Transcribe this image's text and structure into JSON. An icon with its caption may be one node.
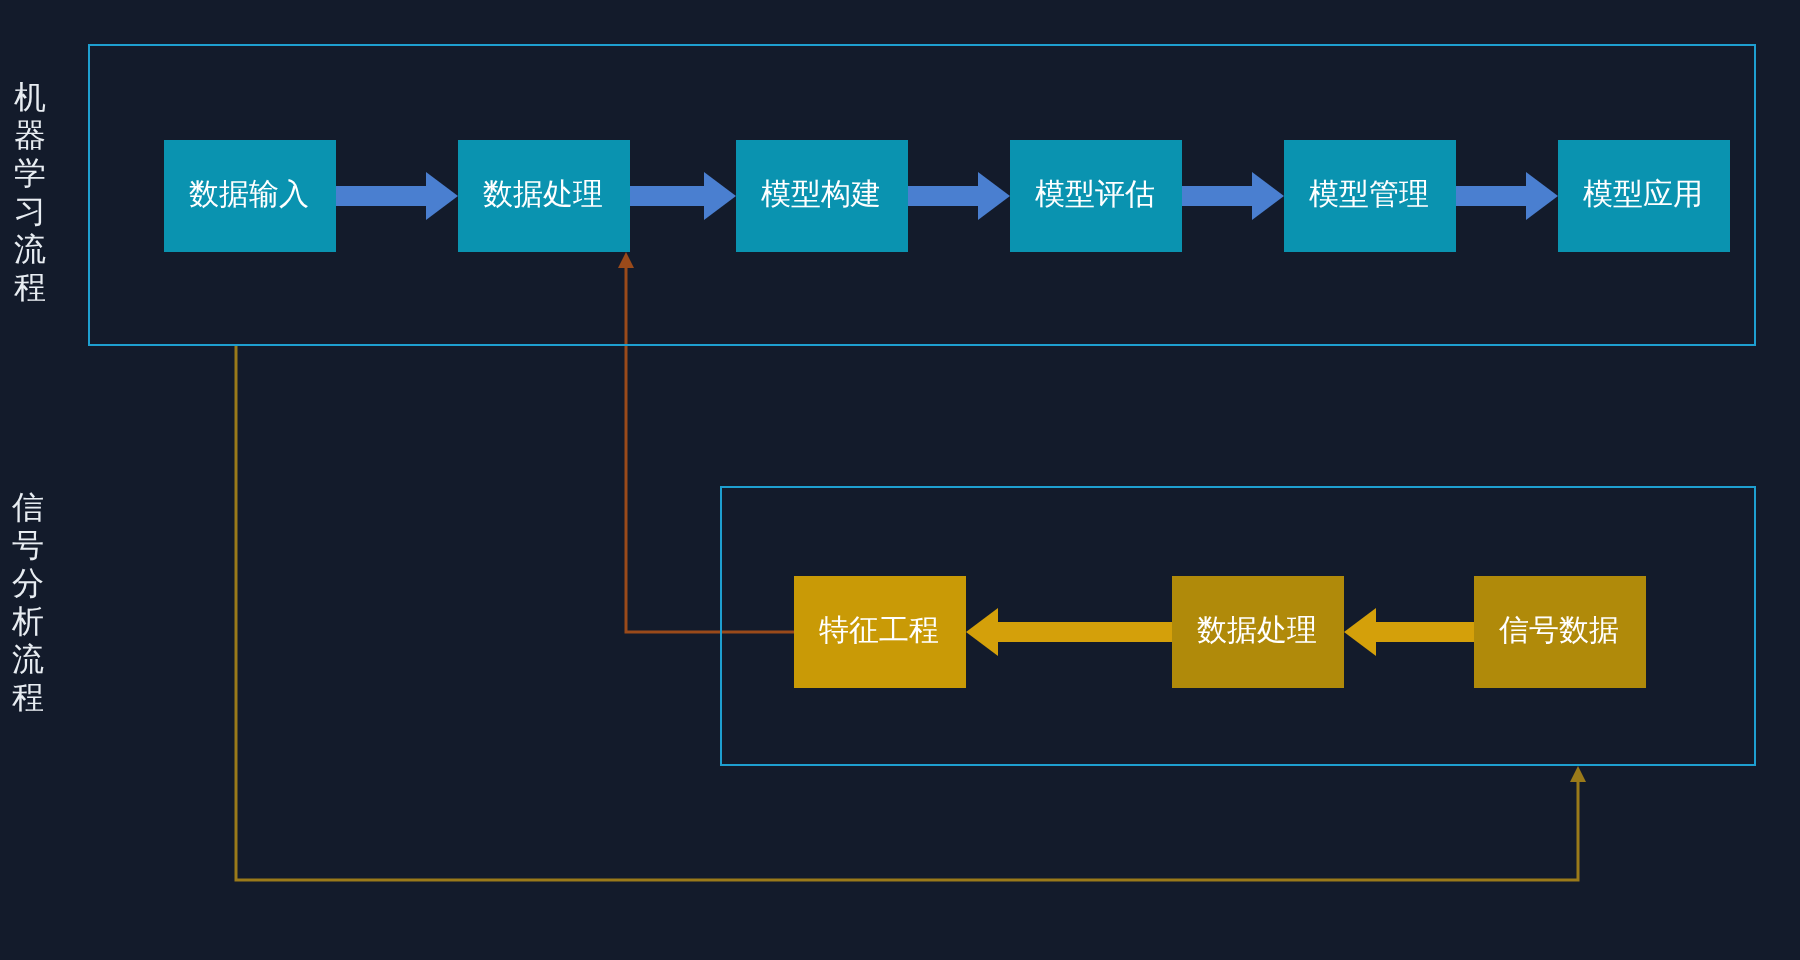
{
  "diagram": {
    "nodes": [
      {
        "text": [
          "机器学习流程"
        ]
      },
      {
        "text": [
          "数据输入"
        ],
        "in": 0
      },
      {
        "text": [
          "数据处理"
        ],
        "in": 0
      },
      {
        "text": [
          "模型构建"
        ],
        "in": 0
      },
      {
        "text": [
          "模型评估"
        ],
        "in": 0
      },
      {
        "text": [
          "模型管理"
        ],
        "in": 0
      },
      {
        "text": [
          "模型应用"
        ],
        "in": 0
      },
      {
        "text": [],
        "shape": "box"
      },
      {
        "text": [
          "特征工程"
        ],
        "in": 7
      },
      {
        "text": [
          "数据处理"
        ],
        "in": 7
      },
      {
        "text": [
          "信号数据"
        ],
        "in": 7
      }
    ],
    "edges": [
      {
        "from": 1,
        "to": 2,
        "arrow": "to"
      },
      {
        "from": 2,
        "to": 3,
        "arrow": "to"
      },
      {
        "from": 3,
        "to": 4,
        "arrow": "to"
      },
      {
        "from": 4,
        "to": 5,
        "arrow": "to"
      },
      {
        "from": 5,
        "to": 6,
        "arrow": "to"
      },
      {
        "from": 10,
        "to": 9,
        "arrow": "to",
        "color": "#d4a00a"
      },
      {
        "from": 9,
        "to": 8,
        "arrow": "to",
        "color": "#d4a00a"
      },
      {
        "from": 8,
        "to": 2,
        "arrow": "to",
        "color": "#9a4a1a"
      },
      {
        "from": 0,
        "to": 7,
        "arrow": "to",
        "color": "#9a7a1a"
      }
    ],
    "labels": [
      "信号分析流程"
    ]
  }
}
